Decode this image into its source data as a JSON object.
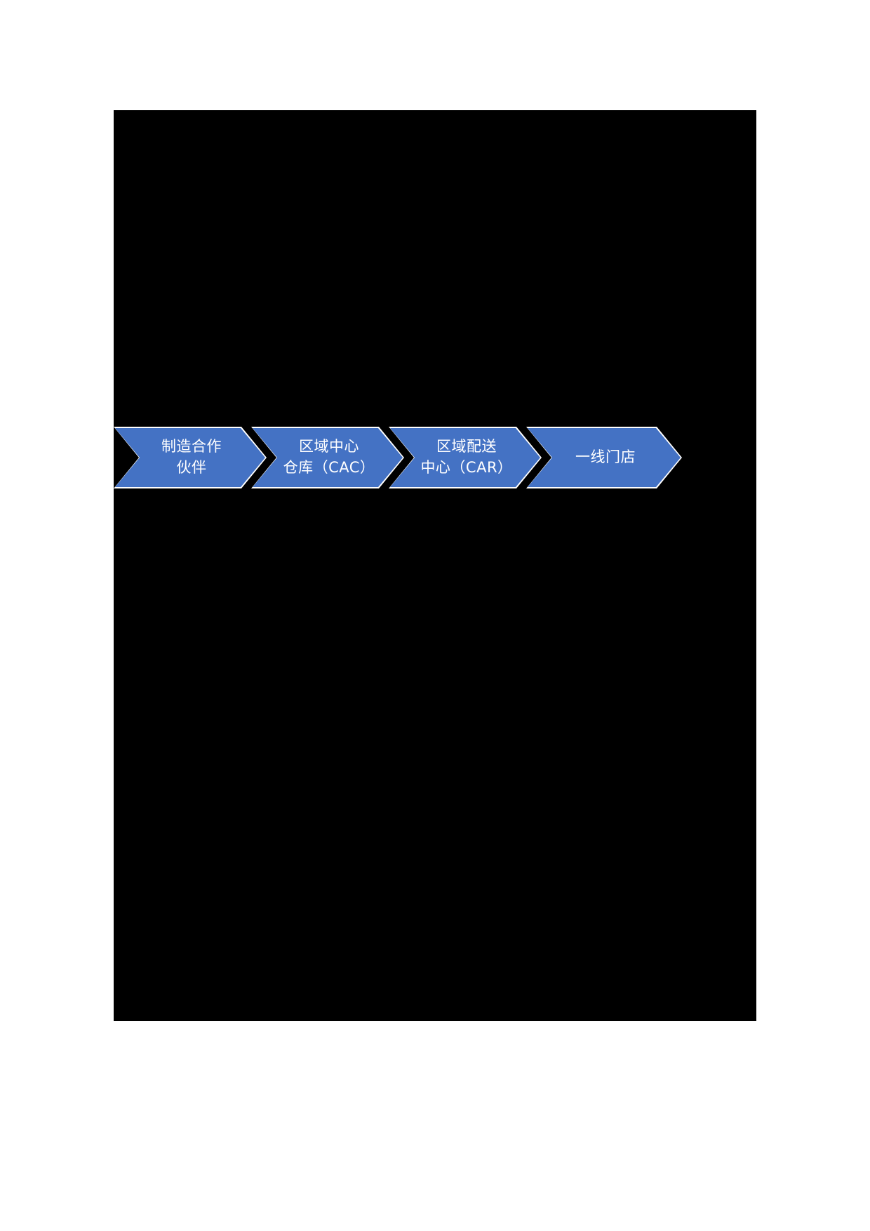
{
  "page": {
    "background_color": "#ffffff",
    "canvas_color": "#000000"
  },
  "diagram": {
    "type": "process-chevron",
    "accent_color": "#4472c4",
    "outline_color": "#ffffff",
    "text_color": "#ffffff",
    "steps": [
      {
        "id": "step-1",
        "label": "制造合作\n伙伴"
      },
      {
        "id": "step-2",
        "label": "区域中心\n仓库（CAC）"
      },
      {
        "id": "step-3",
        "label": "区域配送\n中心（CAR）"
      },
      {
        "id": "step-4",
        "label": "一线门店"
      }
    ]
  }
}
